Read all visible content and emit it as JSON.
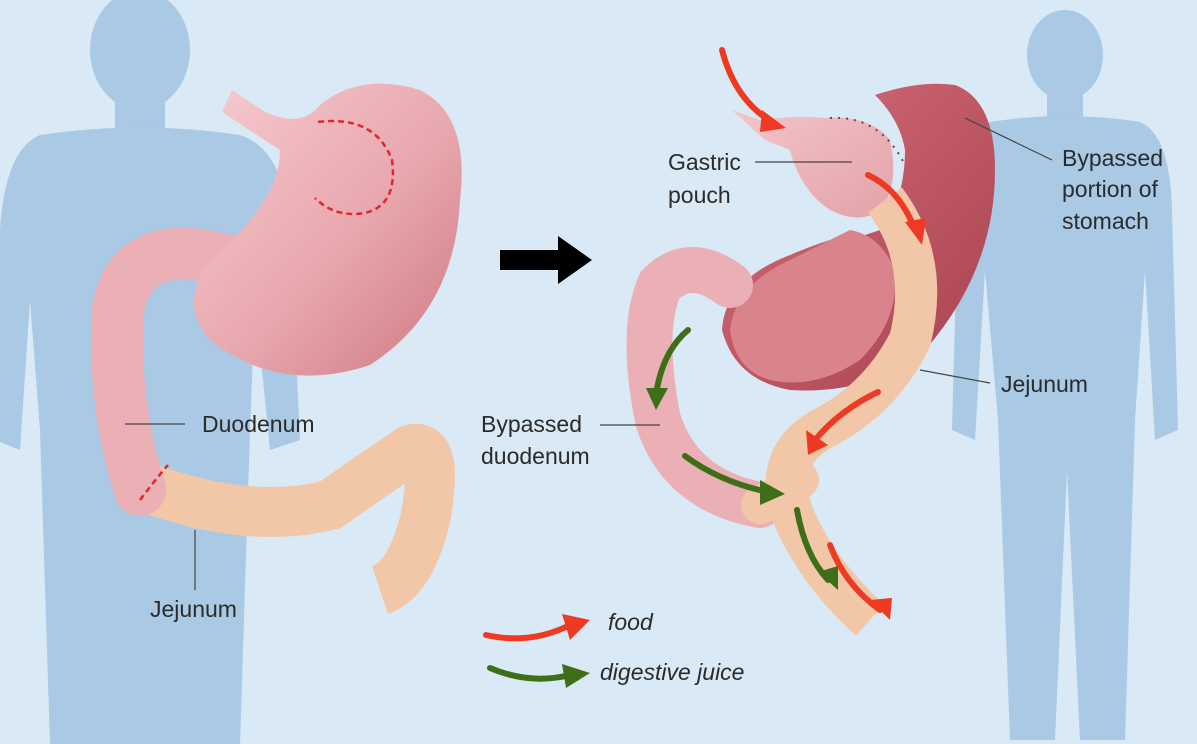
{
  "labels": {
    "duodenum": "Duodenum",
    "jejunum_left": "Jejunum",
    "gastric_pouch_line1": "Gastric",
    "gastric_pouch_line2": "pouch",
    "bypassed_stomach_line1": "Bypassed",
    "bypassed_stomach_line2": "portion of",
    "bypassed_stomach_line3": "stomach",
    "jejunum_right": "Jejunum",
    "bypassed_duodenum_line1": "Bypassed",
    "bypassed_duodenum_line2": "duodenum"
  },
  "legend": {
    "food": "food",
    "digestive_juice": "digestive juice"
  },
  "icons": {
    "transition": "right-arrow-icon",
    "food_arrow": "red-curved-arrow-icon",
    "juice_arrow": "green-curved-arrow-icon"
  },
  "colors": {
    "background": "#d9e9f5",
    "silhouette": "#a9c9e4",
    "stomach": "#e8a7ae",
    "bypassed_stomach": "#c45b6a",
    "intestine": "#f2c7a8",
    "cut_line": "#e3262b",
    "food_arrow": "#ee3a23",
    "digestive_juice_arrow": "#3f6e19"
  }
}
